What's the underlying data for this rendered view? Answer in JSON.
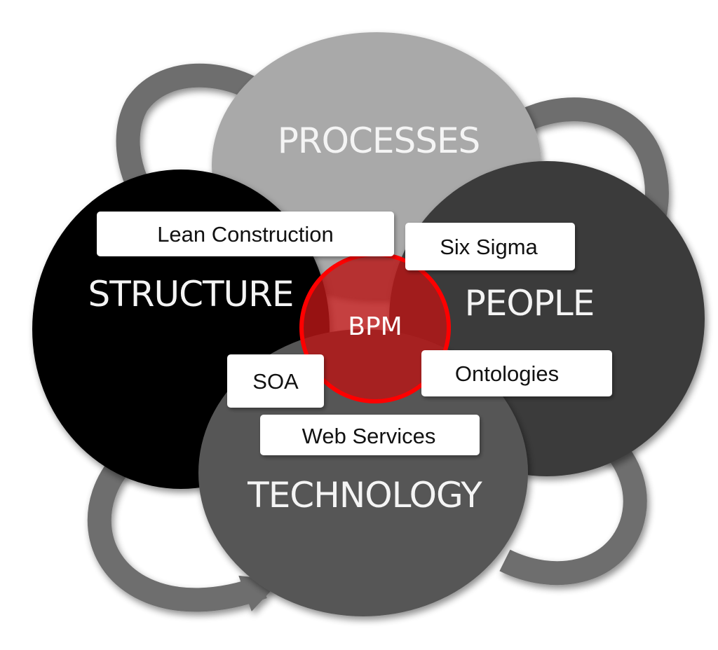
{
  "circles": {
    "processes": "PROCESSES",
    "structure": "STRUCTURE",
    "people": "PEOPLE",
    "technology": "TECHNOLOGY",
    "center": "BPM"
  },
  "tags": {
    "lean_construction": "Lean Construction",
    "six_sigma": "Six Sigma",
    "soa": "SOA",
    "ontologies": "Ontologies",
    "web_services": "Web Services"
  },
  "colors": {
    "processes": "#a9a9a9",
    "structure": "#000000",
    "people": "#3b3b3b",
    "technology": "#575757",
    "center_fill": "#b81616",
    "center_stroke": "#ff0000",
    "arrow": "#6e6e6e"
  }
}
